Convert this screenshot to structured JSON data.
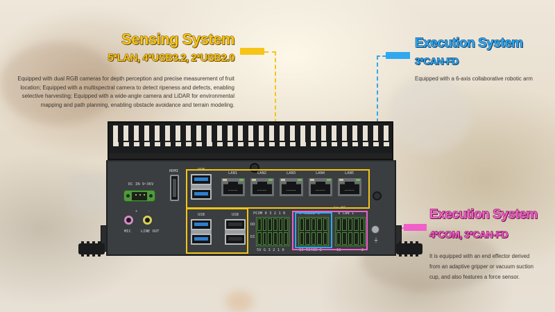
{
  "sensing": {
    "title": "Sensing System",
    "subtitle": "5*LAN,  4*USB3.2, 2*USB2.0",
    "description_lines": [
      "Equipped with dual RGB cameras for depth perception and precise measurement of fruit",
      "location; Equipped with a multispectral camera to detect ripeness and defects, enabling",
      "selective harvesting; Equipped with a wide-angle camera and LiDAR for environmental",
      "mapping and path planning, enabling obstacle avoidance and terrain modeling."
    ],
    "color": "#f5c518"
  },
  "execution_arm": {
    "title": "Execution System",
    "subtitle": "3*CAN-FD",
    "description": "Equipped with a 6-axis collaborative robotic arm",
    "color": "#2fa8f0"
  },
  "execution_effector": {
    "title": "Execution System",
    "subtitle": "4*COM, 3*CAN-FD",
    "description_lines": [
      "It is equipped with an end effector derived",
      "from an adaptive gripper or vacuum suction",
      "cup, and also features a force sensor."
    ],
    "color": "#f060c8"
  },
  "device_panel": {
    "dc_in": "DC IN 9~36V",
    "plus": "+",
    "minus": "-",
    "mic": "MIC",
    "line_out": "LINE OUT",
    "hdmi": "HDMI",
    "usb_top": "USB",
    "usb_left": "USB",
    "usb_right": "USB",
    "lan_ports": [
      "LAN1",
      "LAN2",
      "LAN3",
      "LAN4",
      "LAN5"
    ],
    "dio_top": "PCOM 0  3  2  1  0",
    "dio_bottom": "5V  G  3  2  1  0",
    "do": "DO",
    "di": "DI",
    "rs232_top": "9   RS232   1",
    "rs232_bottom": "10  RS485   2",
    "can_top": "9   CAN   1",
    "can_bottom_left": "10",
    "can_bottom_right": "2",
    "wifi_label": "2cm ANT"
  }
}
